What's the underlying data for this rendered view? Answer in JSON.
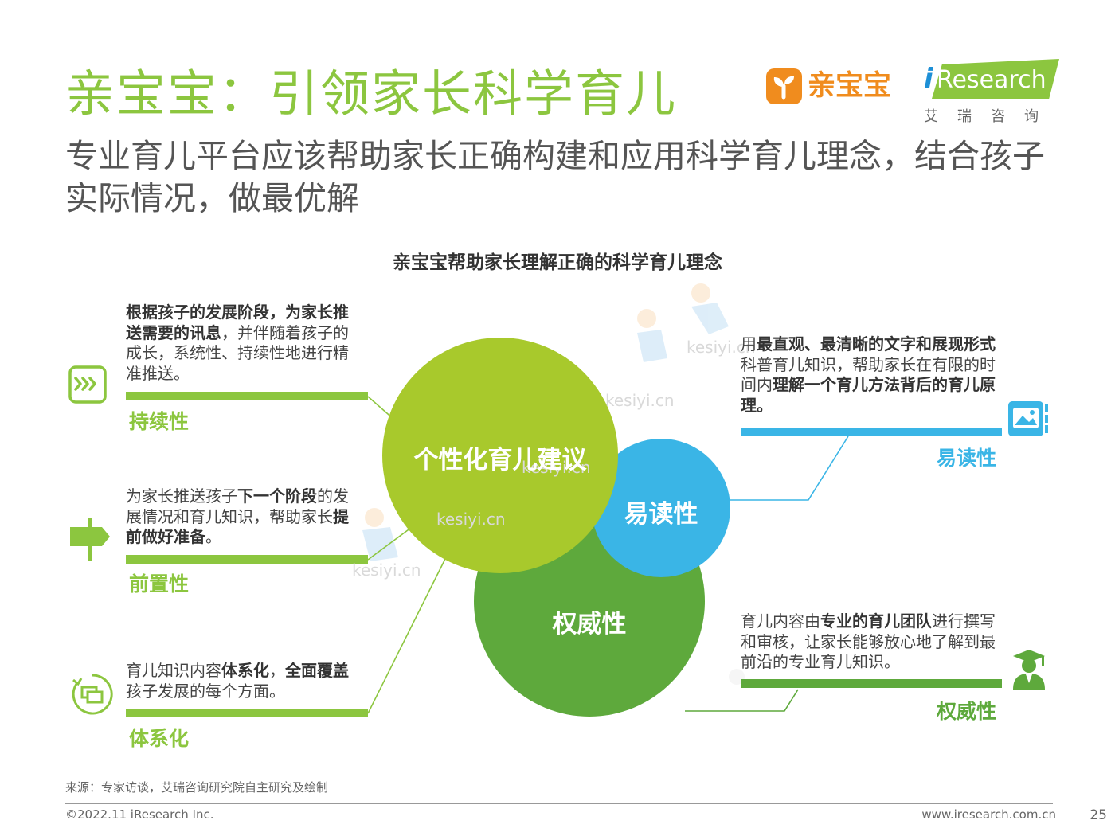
{
  "header": {
    "title": "亲宝宝：引领家长科学育儿",
    "subtitle": "专业育儿平台应该帮助家长正确构建和应用科学育儿理念，结合孩子实际情况，做最优解"
  },
  "logos": {
    "qinbaobao": "亲宝宝",
    "iresearch_prefix": "i",
    "iresearch_brand": "Research",
    "iresearch_cn": "艾瑞咨询"
  },
  "diagram": {
    "title": "亲宝宝帮助家长理解正确的科学育儿理念",
    "circles": {
      "main": "个性化育儿建议",
      "readable": "易读性",
      "authority": "权威性"
    },
    "left_items": [
      {
        "label": "持续性",
        "icon": "fast-forward-icon",
        "segments": [
          {
            "t": "根据孩子的发展阶段，为家长推送需要的讯息",
            "b": true
          },
          {
            "t": "，并伴随着孩子的成长，系统性、持续性地进行精准推送。",
            "b": false
          }
        ]
      },
      {
        "label": "前置性",
        "icon": "signpost-icon",
        "segments": [
          {
            "t": "为家长推送孩子",
            "b": false
          },
          {
            "t": "下一个阶段",
            "b": true
          },
          {
            "t": "的发展情况和育儿知识，帮助家长",
            "b": false
          },
          {
            "t": "提前做好准备",
            "b": true
          },
          {
            "t": "。",
            "b": false
          }
        ]
      },
      {
        "label": "体系化",
        "icon": "layers-cycle-icon",
        "segments": [
          {
            "t": "育儿知识内容",
            "b": false
          },
          {
            "t": "体系化",
            "b": true
          },
          {
            "t": "，",
            "b": false
          },
          {
            "t": "全面覆盖",
            "b": true
          },
          {
            "t": "孩子发展的每个方面。",
            "b": false
          }
        ]
      }
    ],
    "right_items": [
      {
        "label": "易读性",
        "icon": "image-gallery-icon",
        "segments": [
          {
            "t": "用",
            "b": false
          },
          {
            "t": "最直观、最清晰的文字和展现形式",
            "b": true
          },
          {
            "t": "科普育儿知识，帮助家长在有限的时间内",
            "b": false
          },
          {
            "t": "理解一个育儿方法背后的育儿原理。",
            "b": true
          }
        ]
      },
      {
        "label": "权威性",
        "icon": "graduate-icon",
        "segments": [
          {
            "t": "育儿内容由",
            "b": false
          },
          {
            "t": "专业的育儿团队",
            "b": true
          },
          {
            "t": "进行撰写和审核，让家长能够放心地了解到最前沿的专业育儿知识。",
            "b": false
          }
        ]
      }
    ]
  },
  "watermark": "kesiyi.cn",
  "footer": {
    "source": "来源：专家访谈，艾瑞咨询研究院自主研究及绘制",
    "copyright": "©2022.11 iResearch Inc.",
    "site": "www.iresearch.com.cn",
    "page": "25"
  },
  "colors": {
    "lime": "#8cc63f",
    "blue": "#3ab5e6",
    "green": "#5ea93c",
    "orange": "#f08c1e"
  }
}
